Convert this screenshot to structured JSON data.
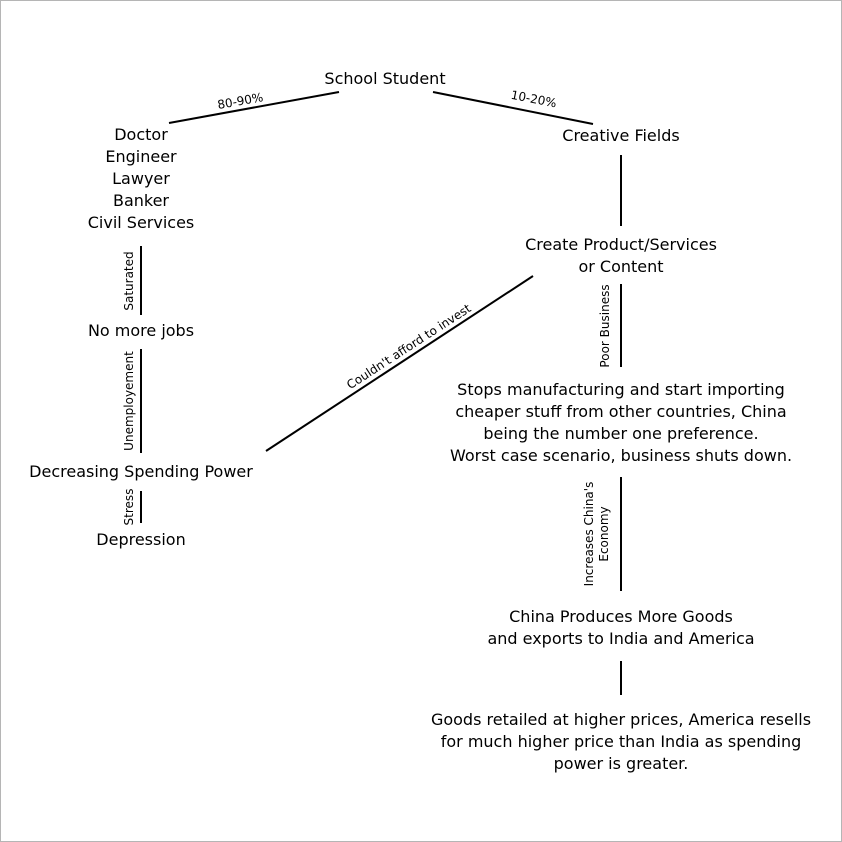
{
  "nodes": {
    "school_student": "School Student",
    "professions": [
      "Doctor",
      "Engineer",
      "Lawyer",
      "Banker",
      "Civil Services"
    ],
    "creative_fields": "Creative Fields",
    "create_product": [
      "Create Product/Services",
      "or Content"
    ],
    "no_more_jobs": "No more jobs",
    "decreasing_spending": "Decreasing Spending Power",
    "depression": "Depression",
    "stops_manufacturing": [
      "Stops manufacturing and start importing",
      "cheaper stuff from other countries, China",
      "being the number one preference.",
      "Worst case scenario, business shuts down."
    ],
    "china_produces": [
      "China Produces More Goods",
      "and exports to India and America"
    ],
    "goods_retailed": [
      "Goods retailed at higher prices, America resells",
      "for much higher price than India as spending",
      "power is greater."
    ]
  },
  "edges": {
    "pct_80_90": "80-90%",
    "pct_10_20": "10-20%",
    "saturated": "Saturated",
    "unemployement": "Unemployement",
    "stress": "Stress",
    "couldnt_afford": "Couldn't afford to invest",
    "poor_business": "Poor Business",
    "increases_china_1": "Increases China's",
    "increases_china_2": "Economy"
  },
  "colors": {
    "line": "#000000",
    "text": "#000000",
    "border": "#b5b5b5",
    "background": "#ffffff"
  }
}
